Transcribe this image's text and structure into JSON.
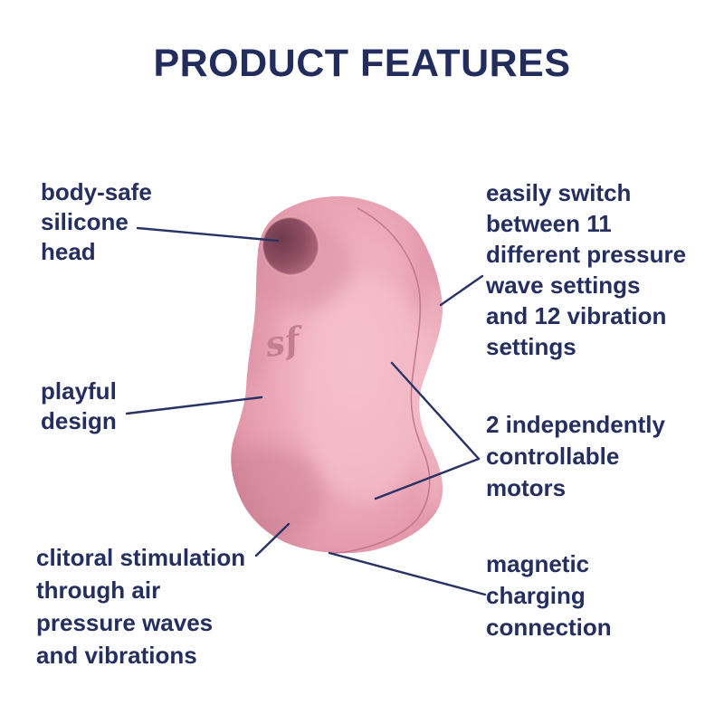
{
  "title": "PRODUCT FEATURES",
  "brand_logo": "sf",
  "device_name": "pink air-pulse clitoral stimulator",
  "colors": {
    "background": "#ffffff",
    "text_navy": "#242e5f",
    "connector_line": "#283264",
    "body_highlight": "#f6c2ce",
    "body_light": "#f2b7c4",
    "body_mid": "#edaaba",
    "body_dark": "#cc8096",
    "opening_darkest": "#6f3a4d",
    "opening_mid": "#8d4d61",
    "opening_light": "#c87f92",
    "seam": "#bd7186",
    "logo_pink": "#c47e92"
  },
  "features": [
    {
      "id": "silicone-head",
      "side": "left",
      "text": "body-safe\nsilicone\nhead"
    },
    {
      "id": "pressure-wave-settings",
      "side": "right",
      "text": "easily switch\nbetween 11\ndifferent pressure\nwave settings\nand 12 vibration\nsettings"
    },
    {
      "id": "playful-design",
      "side": "left",
      "text": "playful\ndesign"
    },
    {
      "id": "independent-motors",
      "side": "right",
      "text": "2 independently\ncontrollable\nmotors"
    },
    {
      "id": "clitoral-stimulation",
      "side": "left",
      "text": "clitoral stimulation\nthrough air\npressure waves\nand vibrations"
    },
    {
      "id": "magnetic-charging",
      "side": "right",
      "text": "magnetic\ncharging\nconnection"
    }
  ]
}
